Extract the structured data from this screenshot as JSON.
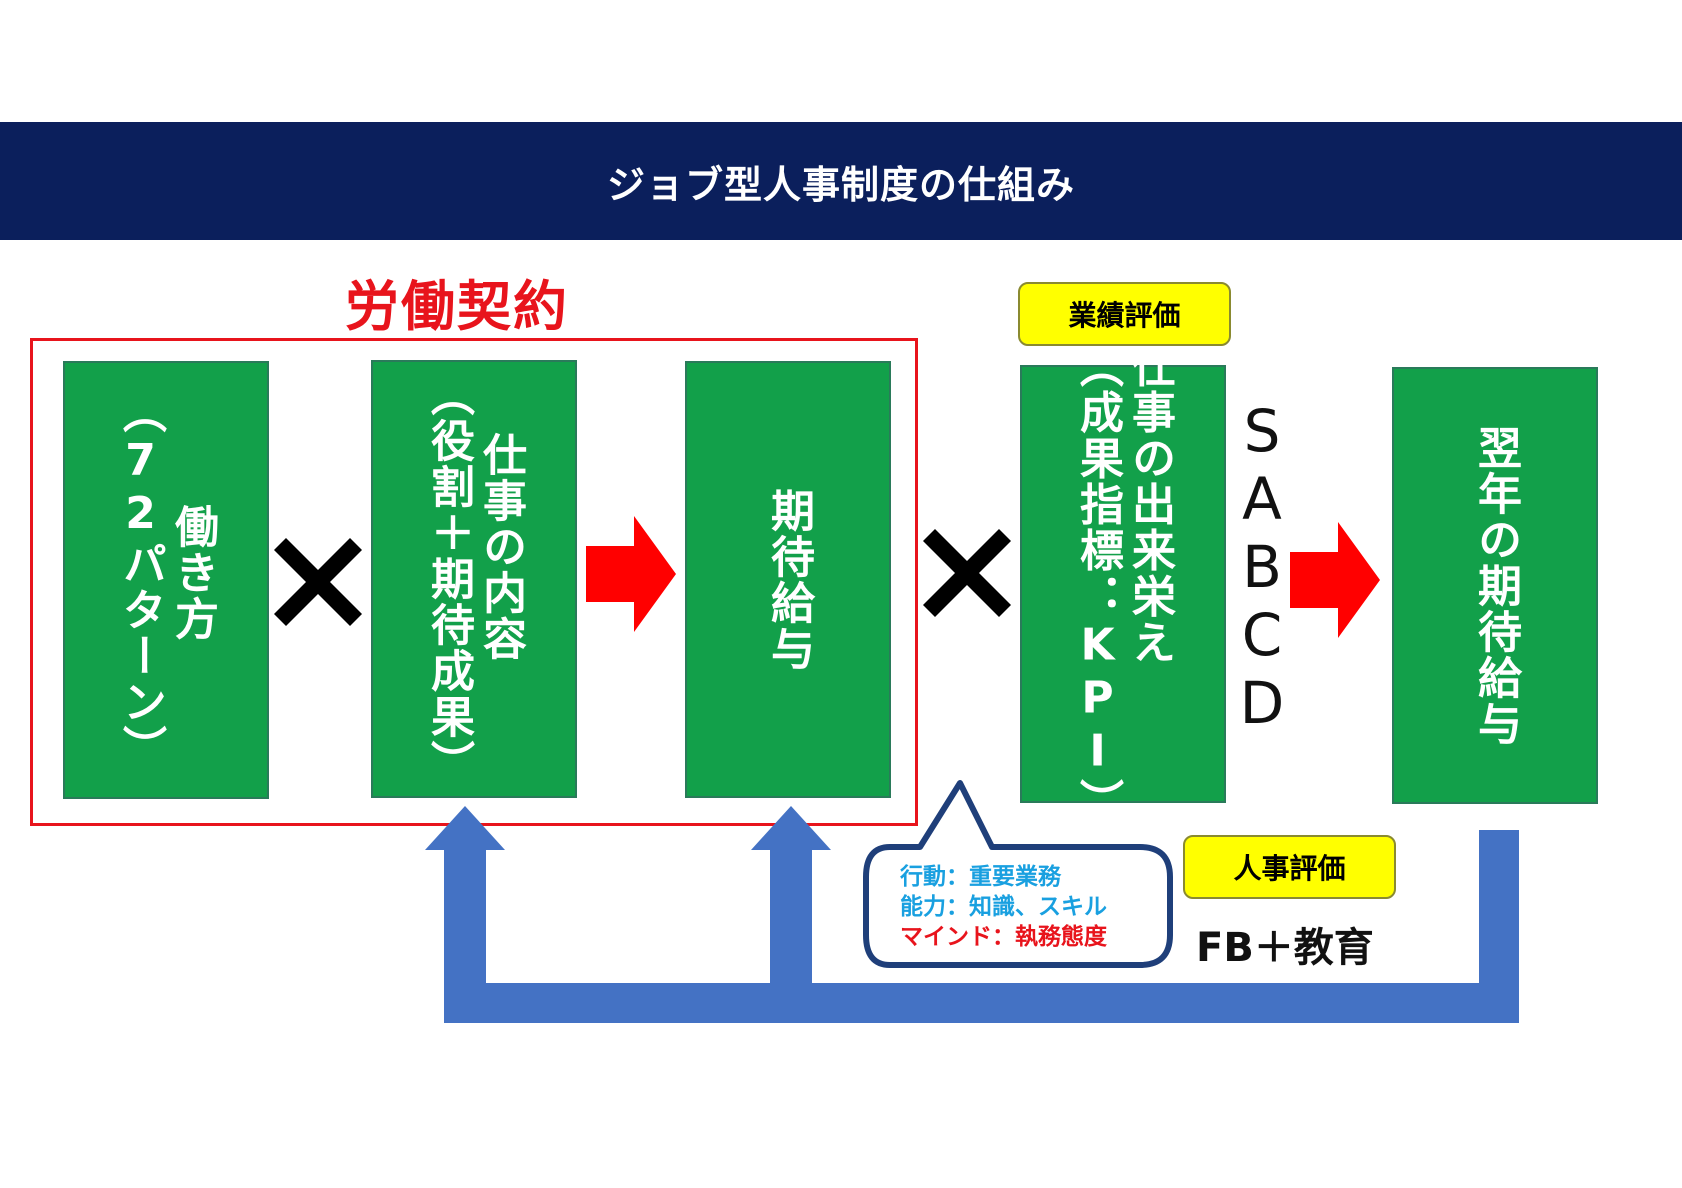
{
  "header": {
    "title": "ジョブ型人事制度の仕組み"
  },
  "contract": {
    "title": "労働契約"
  },
  "boxes": {
    "work_style": {
      "col1": "働き方",
      "col2": "（72パターン）"
    },
    "job_content": {
      "col1": "仕事の内容",
      "col2": "（役割＋期待成果）"
    },
    "expected_salary": {
      "col1": "期待給与"
    },
    "job_result": {
      "col1": "仕事の出来栄え",
      "col2": "（成果指標：KPI）"
    },
    "next_year_salary": {
      "col1": "翌年の期待給与"
    }
  },
  "labels": {
    "performance_eval": "業績評価",
    "hr_eval": "人事評価",
    "feedback": "FB＋教育"
  },
  "grades": [
    "S",
    "A",
    "B",
    "C",
    "D"
  ],
  "callout": {
    "line1": "行動：重要業務",
    "line2": "能力：知識、スキル",
    "line3": "マインド：執務態度"
  },
  "colors": {
    "header_bg": "#0b1f5c",
    "box_green": "#12a04a",
    "accent_red": "#e8141c",
    "feedback_blue": "#4472c4",
    "label_yellow": "#ffff00"
  }
}
